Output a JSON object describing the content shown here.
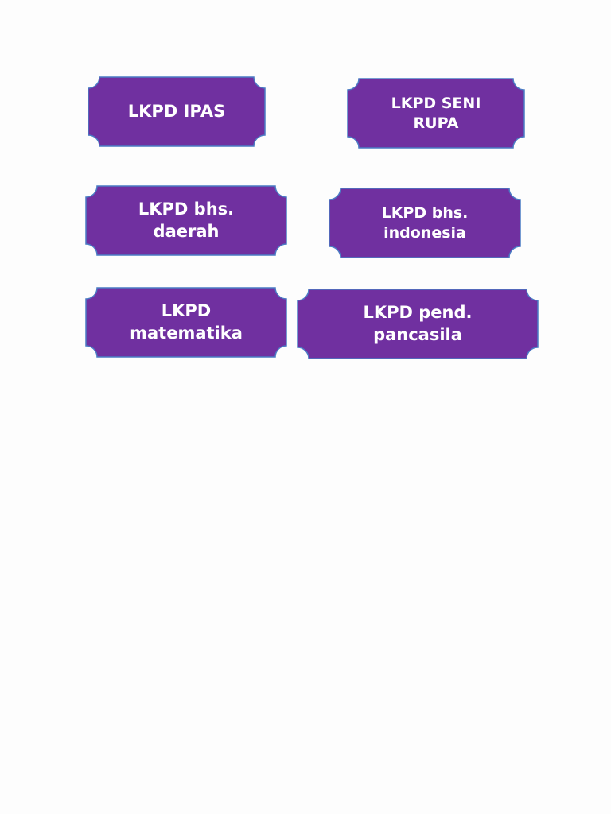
{
  "theme": {
    "tile_fill": "#7030a0",
    "tile_stroke": "#4a7bc4",
    "text_color": "#ffffff"
  },
  "tiles": [
    {
      "label": "LKPD IPAS"
    },
    {
      "label": "LKPD SENI\nRUPA"
    },
    {
      "label": "LKPD bhs.\ndaerah"
    },
    {
      "label": "LKPD bhs.\nindonesia"
    },
    {
      "label": "LKPD\nmatematika"
    },
    {
      "label": "LKPD pend.\npancasila"
    }
  ]
}
